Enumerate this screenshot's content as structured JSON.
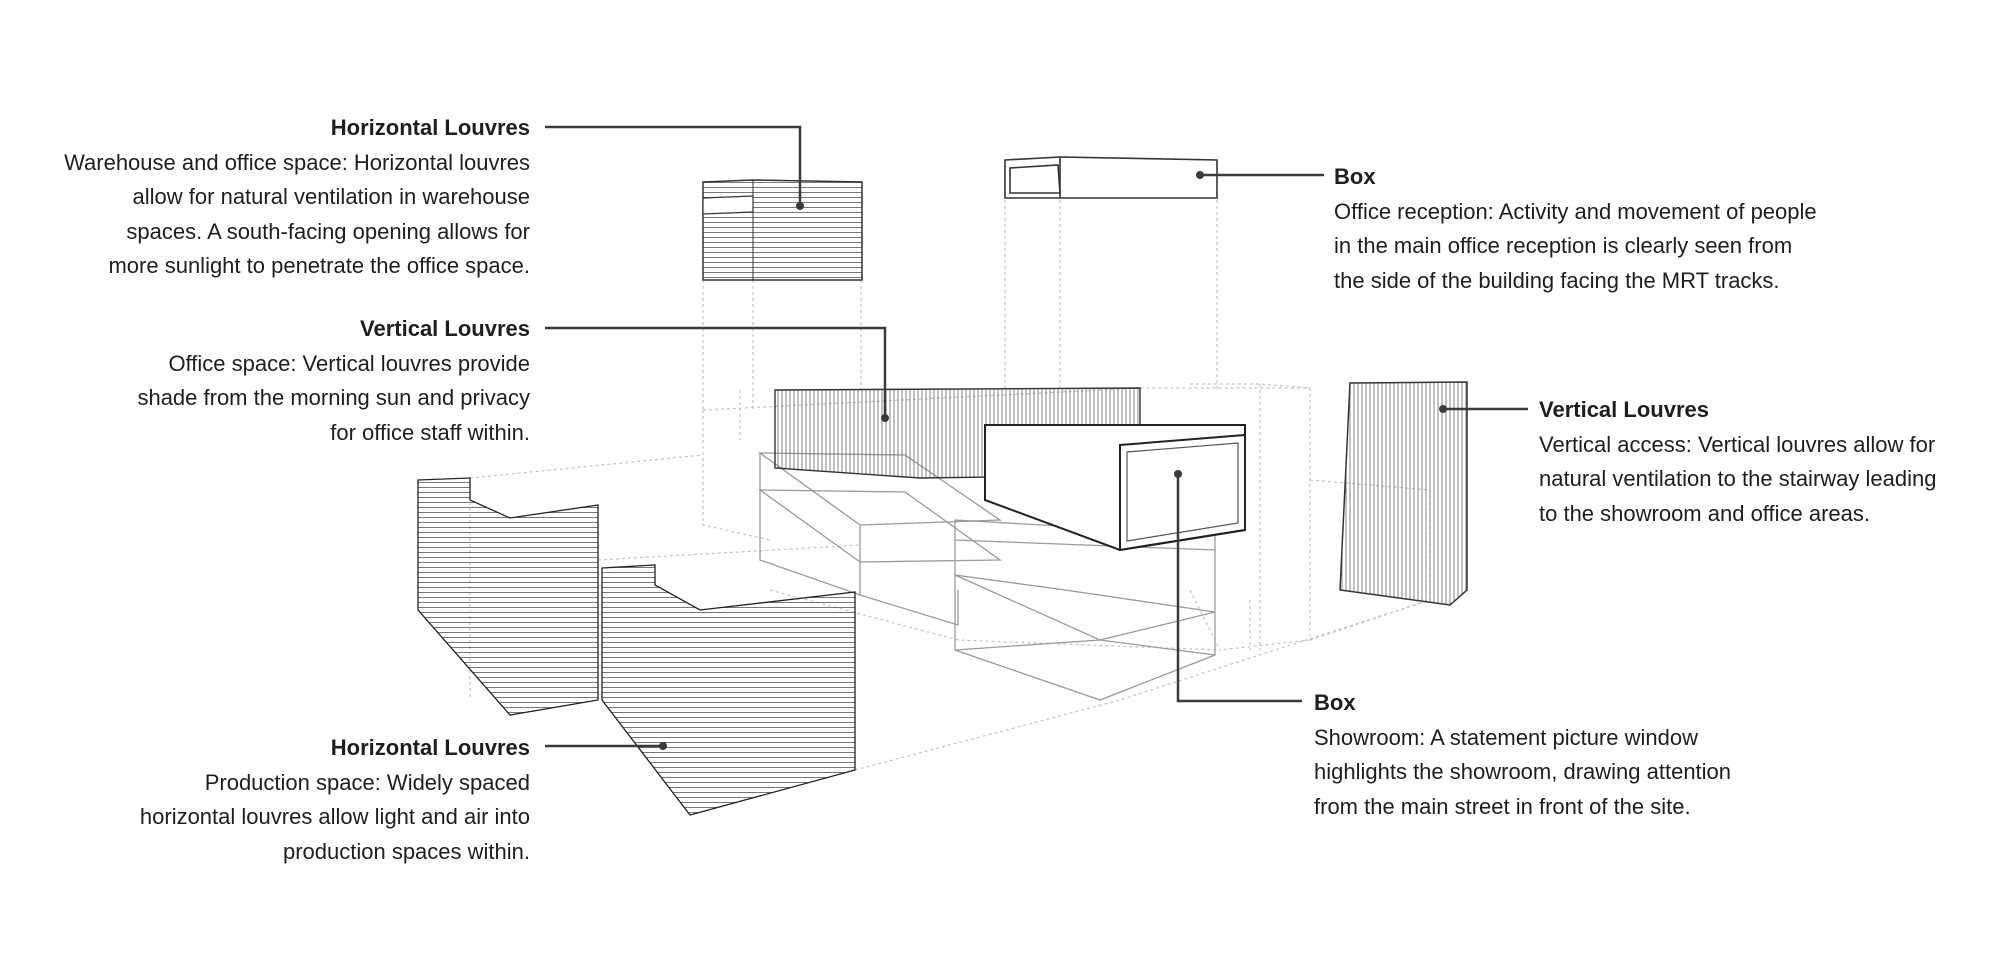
{
  "callouts": [
    {
      "title": "Horizontal Louvres",
      "lines": [
        "Warehouse and office space: Horizontal louvres",
        "allow for natural ventilation in warehouse",
        "spaces. A south-facing opening allows for",
        "more sunlight to penetrate the office space."
      ]
    },
    {
      "title": "Vertical Louvres",
      "lines": [
        "Office space: Vertical louvres provide",
        "shade from the morning sun and privacy",
        "for office staff within."
      ]
    },
    {
      "title": "Horizontal Louvres",
      "lines": [
        "Production space: Widely spaced",
        "horizontal louvres allow light and air into",
        "production spaces within."
      ]
    },
    {
      "title": "Box",
      "lines": [
        "Office reception: Activity and movement of people",
        "in the main office reception is clearly seen from",
        "the side of the building facing the MRT tracks."
      ]
    },
    {
      "title": "Vertical Louvres",
      "lines": [
        "Vertical access: Vertical louvres allow for",
        "natural ventilation to the stairway leading",
        "to the showroom and office areas."
      ]
    },
    {
      "title": "Box",
      "lines": [
        "Showroom: A statement picture window",
        "highlights the showroom, drawing attention",
        "from the main street in front of the site."
      ]
    }
  ],
  "colors": {
    "line": "#3a3a3a",
    "ghost": "#bdbdbd",
    "text": "#1e1e1e"
  }
}
